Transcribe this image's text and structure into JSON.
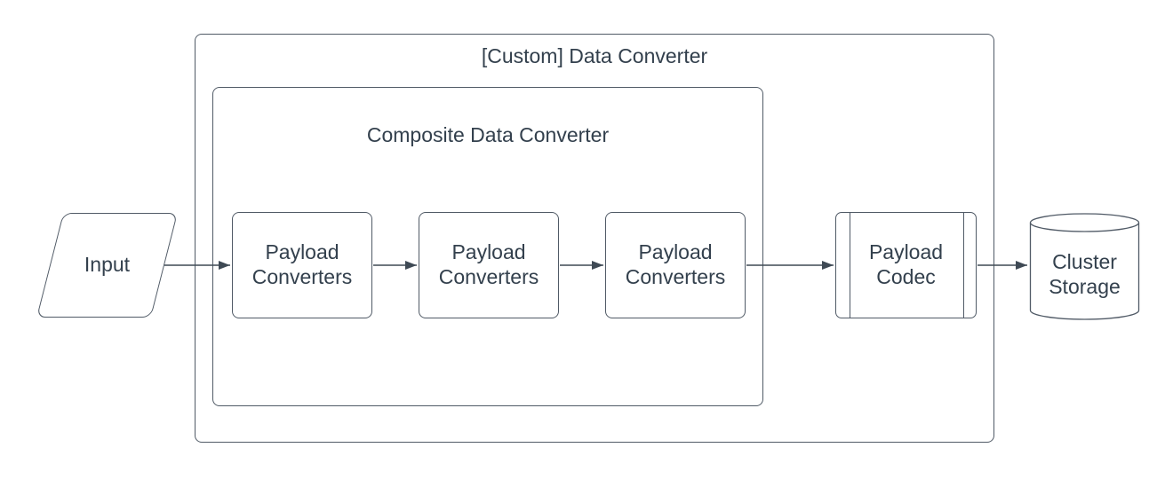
{
  "diagram": {
    "colors": {
      "border": "#505a66",
      "arrow": "#3e4954",
      "text": "#33404d",
      "background": "#ffffff"
    },
    "outer_group": {
      "label": "[Custom] Data Converter"
    },
    "inner_group": {
      "label": "Composite Data Converter"
    },
    "input_node": {
      "label": "Input"
    },
    "converter_nodes": [
      {
        "label": "Payload Converters"
      },
      {
        "label": "Payload Converters"
      },
      {
        "label": "Payload Converters"
      }
    ],
    "codec_node": {
      "label": "Payload Codec"
    },
    "storage_node": {
      "label": "Cluster Storage"
    }
  }
}
